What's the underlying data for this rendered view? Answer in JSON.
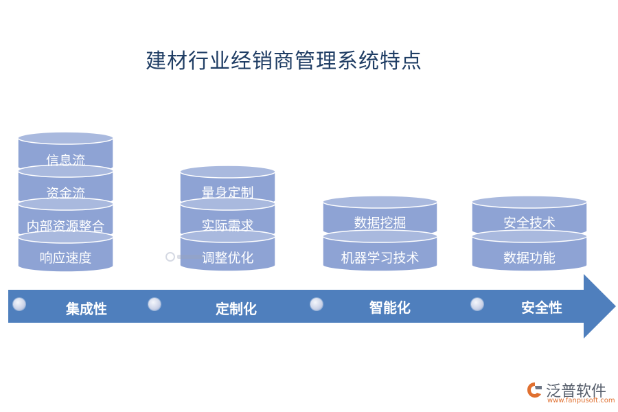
{
  "title": "建材行业经销商管理系统特点",
  "colors": {
    "disk_top": "#a9b9de",
    "disk_side": "#8ea3d4",
    "disk_edge": "#ffffff",
    "arrow": "#4f7fbd",
    "title": "#1f3d64"
  },
  "columns": [
    {
      "step": "集成性",
      "items": [
        "信息流",
        "资金流",
        "内部资源整合",
        "响应速度"
      ]
    },
    {
      "step": "定制化",
      "items": [
        "量身定制",
        "实际需求",
        "调整优化"
      ]
    },
    {
      "step": "智能化",
      "items": [
        "数据挖掘",
        "机器学习技术"
      ]
    },
    {
      "step": "安全性",
      "items": [
        "安全技术",
        "数据功能"
      ]
    }
  ],
  "logo": {
    "name": "泛普软件",
    "url": "www.fanpusoft.com",
    "icon": "fanpu-logo-icon"
  },
  "watermark": {
    "text": "泛普软件",
    "icon": "fanpu-watermark-icon"
  }
}
